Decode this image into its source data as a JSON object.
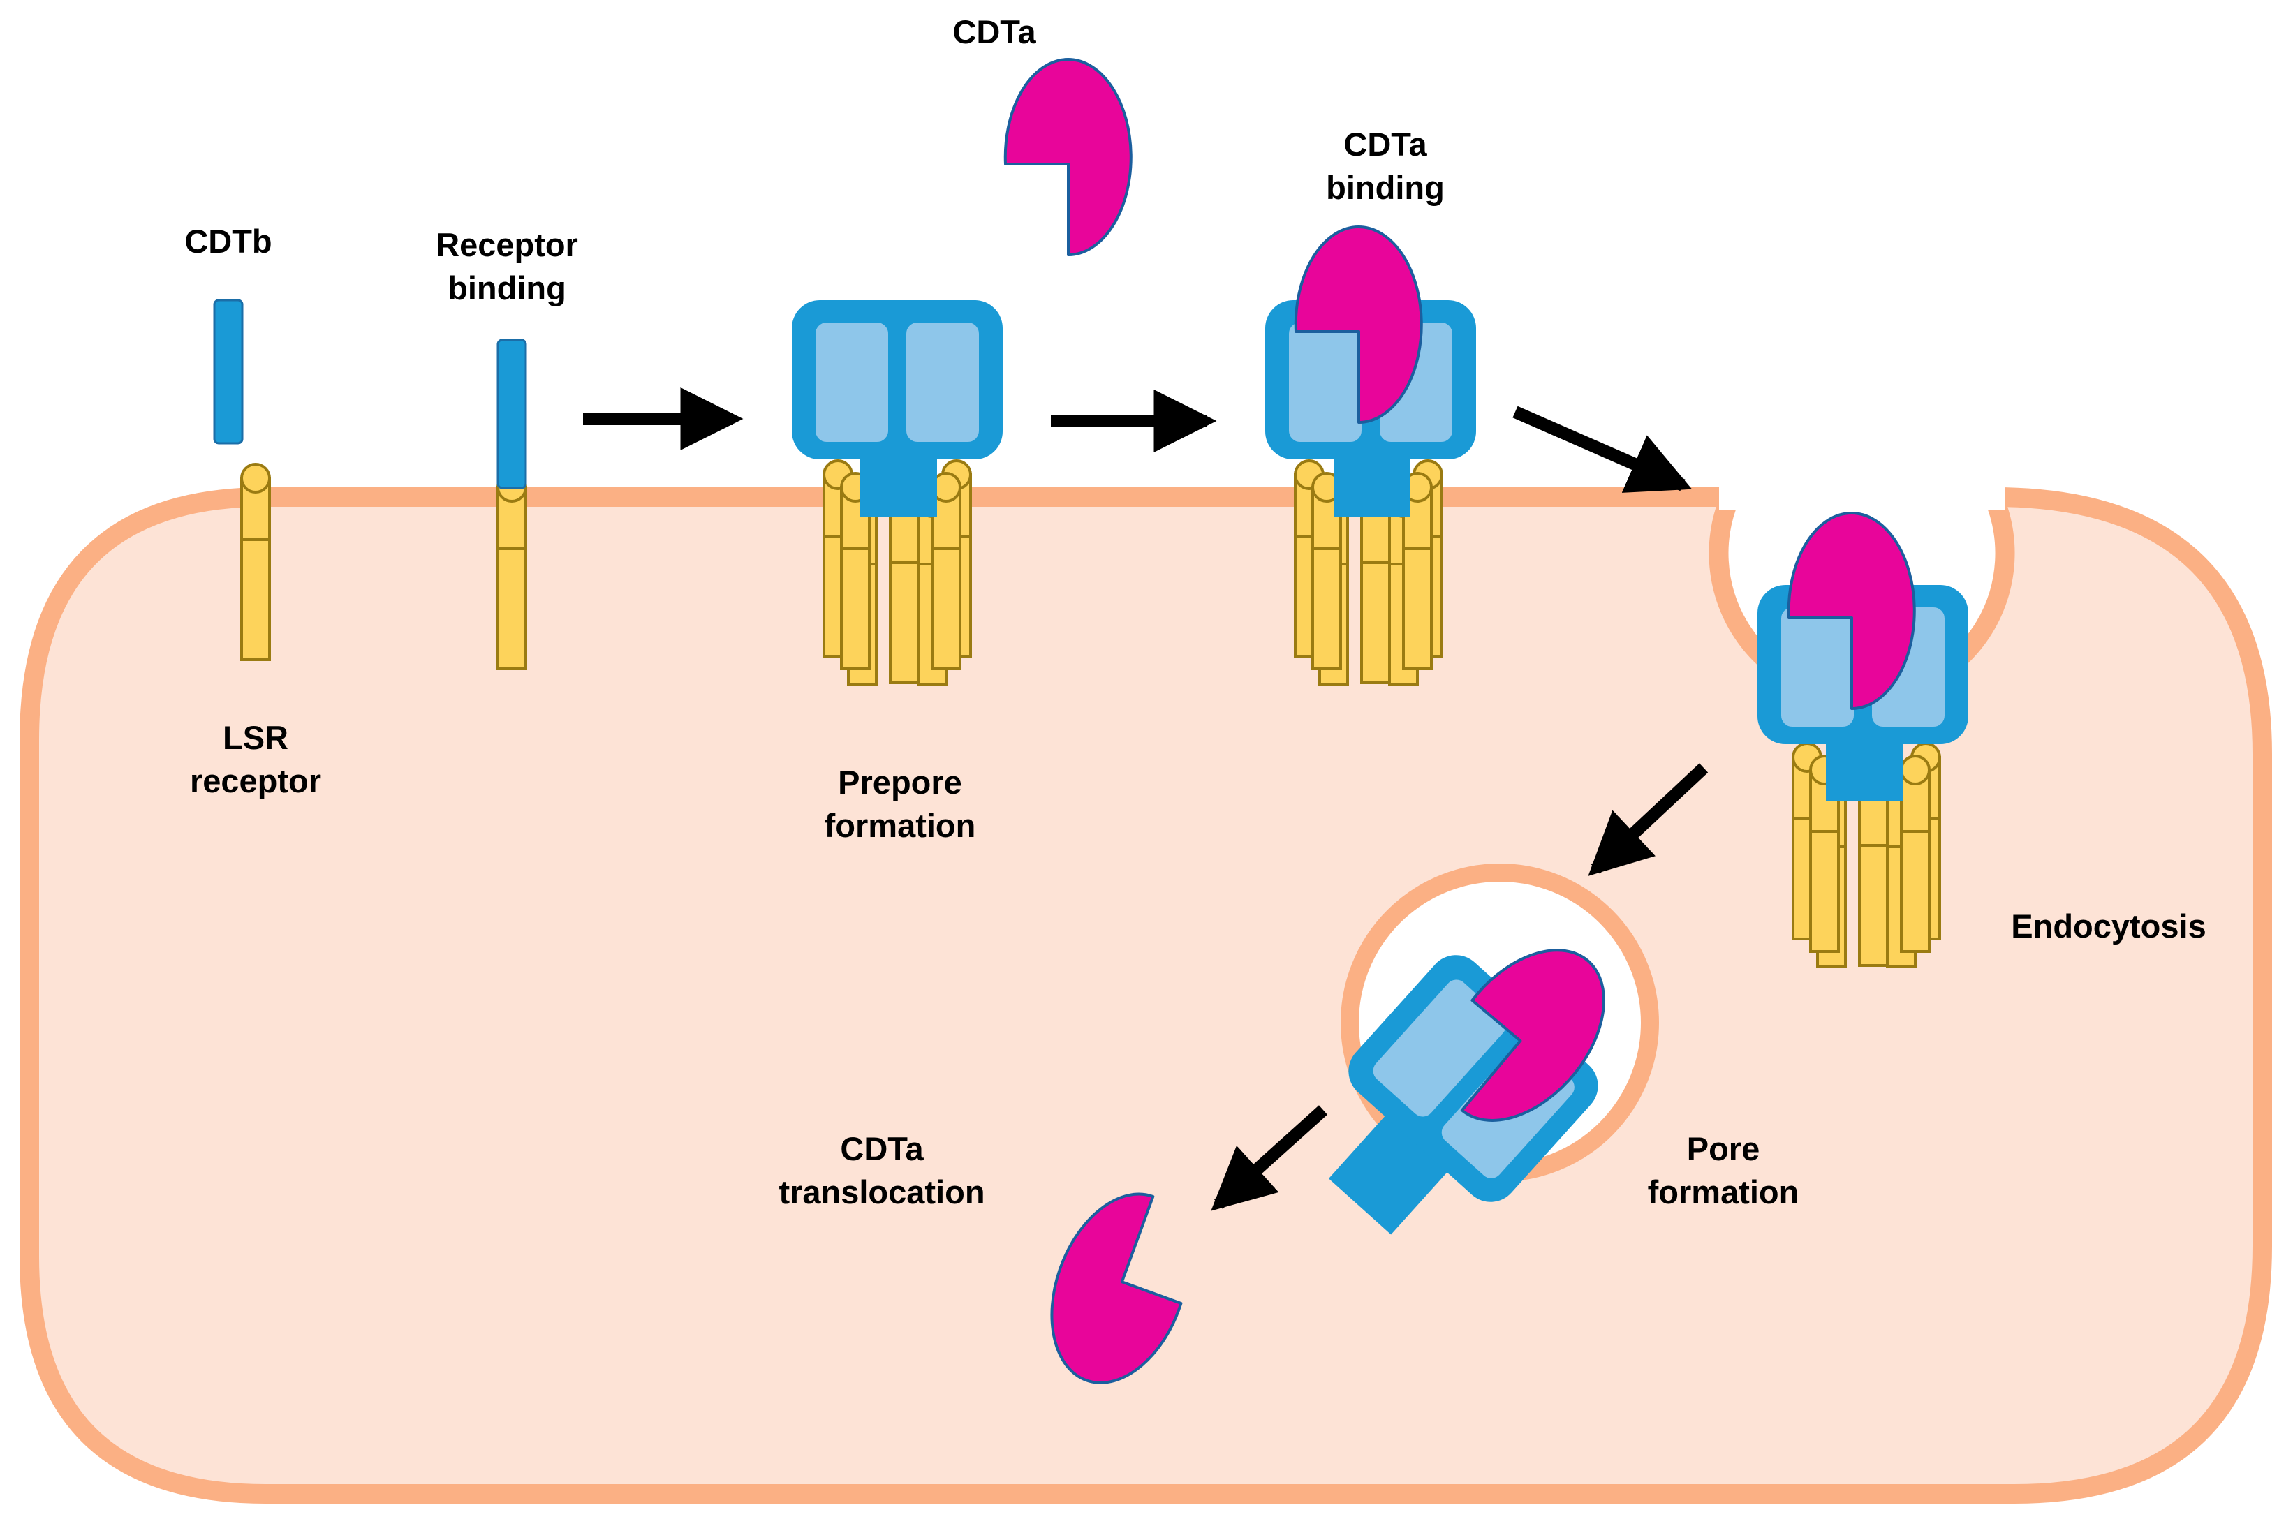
{
  "labels": {
    "cdtb": "CDTb",
    "lsr_line1": "LSR",
    "lsr_line2": "receptor",
    "receptor_binding_line1": "Receptor",
    "receptor_binding_line2": "binding",
    "cdta_free": "CDTa",
    "prepore_line1": "Prepore",
    "prepore_line2": "formation",
    "cdta_binding_line1": "CDTa",
    "cdta_binding_line2": "binding",
    "endocytosis": "Endocytosis",
    "pore_line1": "Pore",
    "pore_line2": "formation",
    "translocation_line1": "CDTa",
    "translocation_line2": "translocation"
  },
  "colors": {
    "cell_fill": "#fde3d6",
    "cell_border": "#fbb084",
    "cdtb_dark": "#1a9ad6",
    "cdtb_light": "#8ec6ea",
    "cdta": "#e8059a",
    "receptor_fill": "#fdd35b",
    "receptor_stroke": "#9a7b12",
    "arrow": "#000000"
  }
}
